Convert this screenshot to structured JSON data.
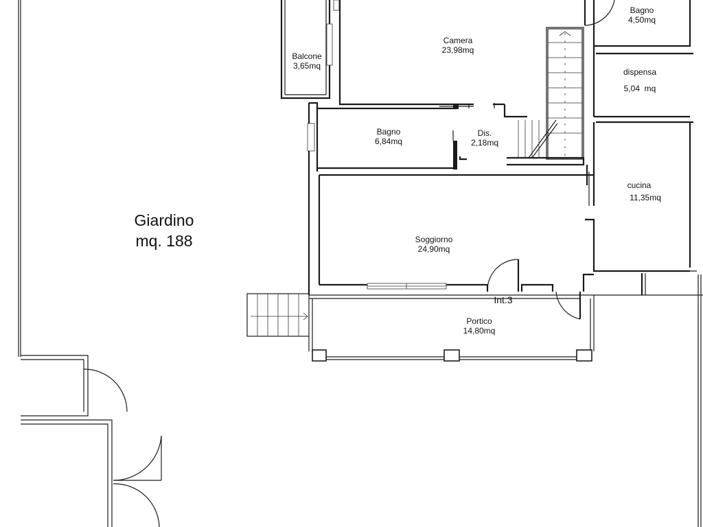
{
  "rooms": {
    "bagno_top": {
      "name": "Bagno",
      "area": "4,50mq"
    },
    "camera": {
      "name": "Camera",
      "area": "23,98mq"
    },
    "balcone": {
      "name": "Balcone",
      "area": "3,65mq"
    },
    "dispensa": {
      "name": "dispensa",
      "area": "5,04  mq"
    },
    "bagno_mid": {
      "name": "Bagno",
      "area": "6,84mq"
    },
    "dis": {
      "name": "Dis.",
      "area": "2,18mq"
    },
    "cucina": {
      "name": "cucina",
      "area": "11,35mq"
    },
    "soggiorno": {
      "name": "Soggiorno",
      "area": "24,90mq"
    },
    "portico": {
      "name": "Portico",
      "area": "14,80mq"
    },
    "giardino": {
      "name": "Giardino",
      "area": "mq. 188"
    }
  },
  "unit_label": "Int.3",
  "colors": {
    "line": "#1a1a1a",
    "background": "#ffffff"
  }
}
